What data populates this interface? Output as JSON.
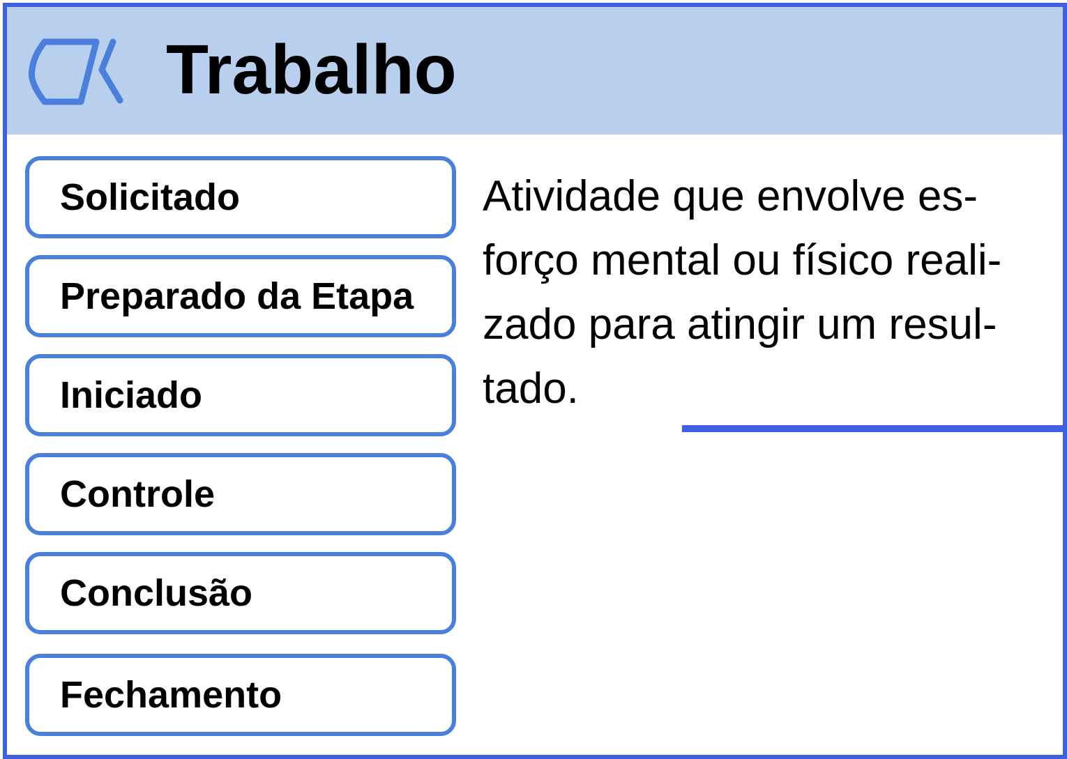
{
  "card": {
    "title": "Trabalho",
    "icon": "shape-icon",
    "border_color": "#3d5fe0",
    "header_color": "#b9cfee"
  },
  "states": [
    {
      "label": "Solicitado"
    },
    {
      "label": "Preparado da Etapa"
    },
    {
      "label": "Iniciado"
    },
    {
      "label": "Controle"
    },
    {
      "label": "Conclusão"
    },
    {
      "label": "Fechamento"
    }
  ],
  "description": {
    "lines": [
      "Atividade que envolve es-",
      "forço mental ou físico reali-",
      "zado para atingir um resul-",
      "tado."
    ]
  }
}
